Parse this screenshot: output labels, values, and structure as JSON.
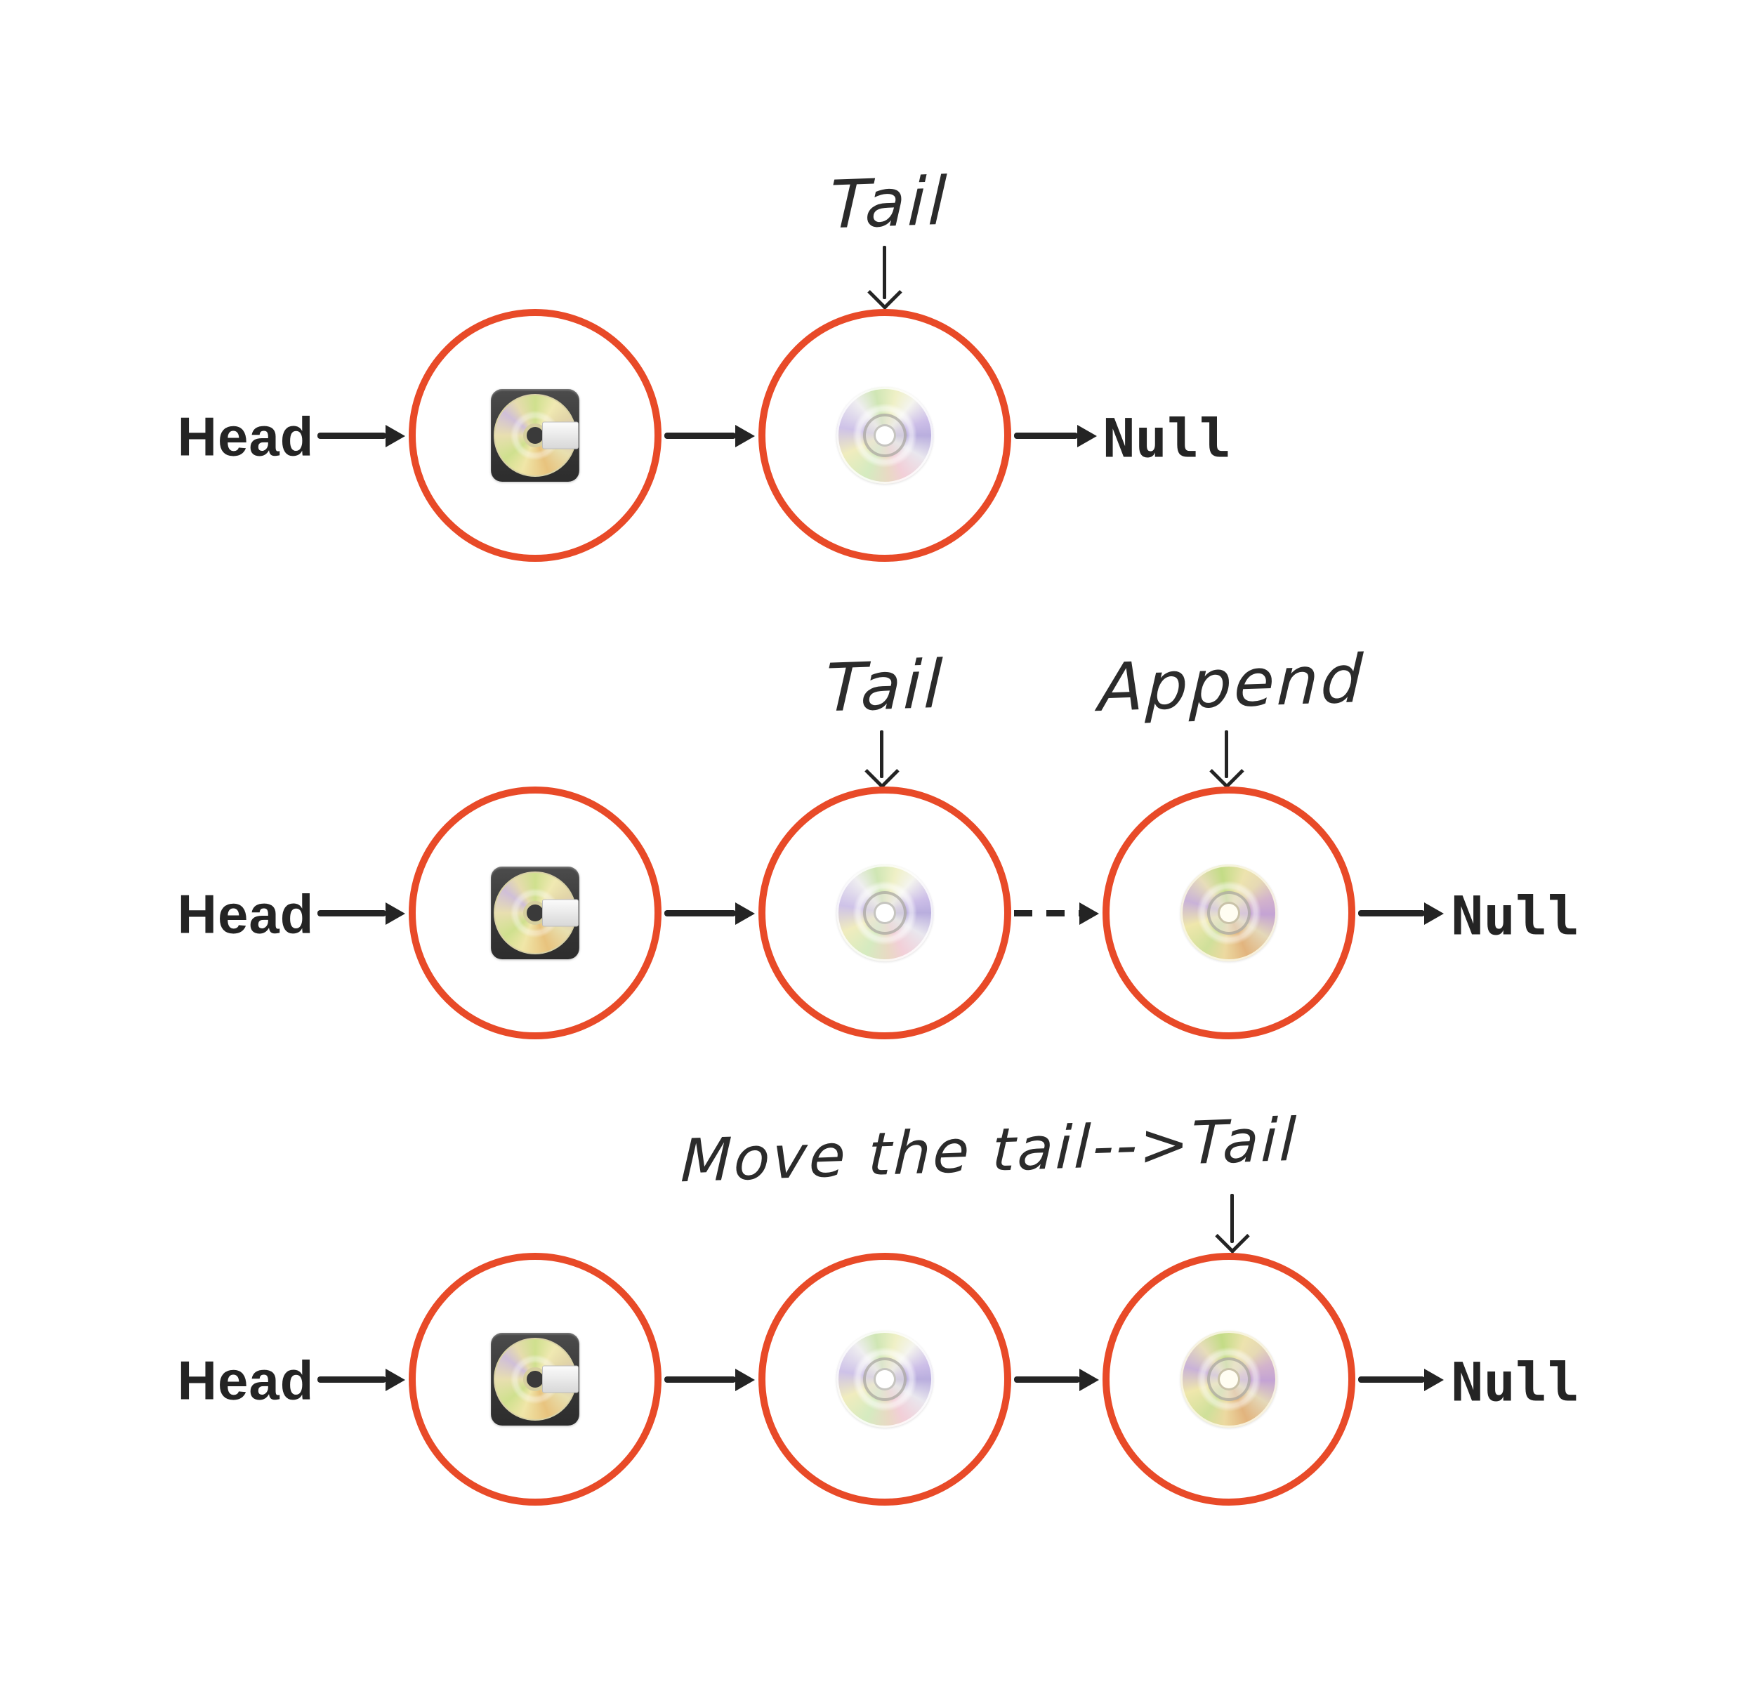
{
  "colors": {
    "accent": "#E84A28",
    "ink": "#242424"
  },
  "icons": {
    "node1": "minidisc-icon",
    "node2": "cd-icon",
    "node3": "dvd-icon"
  },
  "rows": [
    {
      "head": "Head",
      "null": "Null",
      "tail_label": "Tail",
      "nodes": [
        {
          "icon": "minidisc-icon"
        },
        {
          "icon": "cd-icon"
        }
      ]
    },
    {
      "head": "Head",
      "null": "Null",
      "tail_label": "Tail",
      "append_label": "Append",
      "nodes": [
        {
          "icon": "minidisc-icon"
        },
        {
          "icon": "cd-icon"
        },
        {
          "icon": "dvd-icon"
        }
      ]
    },
    {
      "head": "Head",
      "null": "Null",
      "move_label": "Move the tail-->Tail",
      "nodes": [
        {
          "icon": "minidisc-icon"
        },
        {
          "icon": "cd-icon"
        },
        {
          "icon": "dvd-icon"
        }
      ]
    }
  ]
}
